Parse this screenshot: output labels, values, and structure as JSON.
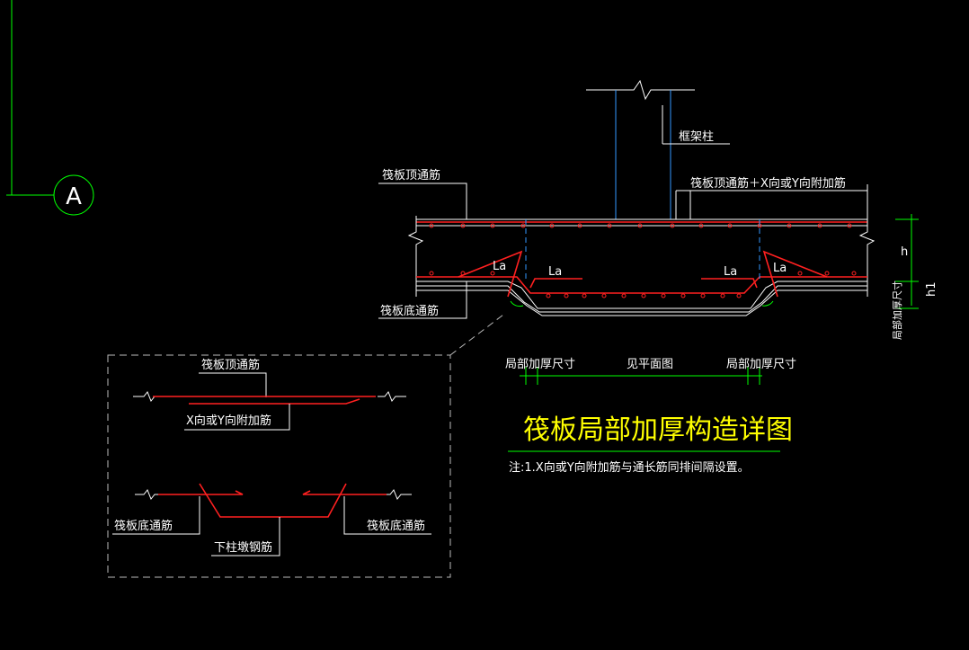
{
  "axis": {
    "bubble": "A"
  },
  "labels": {
    "frame_column": "框架柱",
    "top_through_bar": "筏板顶通筋",
    "top_plus_added": "筏板顶通筋＋X向或Y向附加筋",
    "bottom_through_bar": "筏板底通筋",
    "la": "La",
    "dim_h": "h",
    "dim_h1": "h1",
    "thick_size_vertical": "局部加厚尺寸",
    "local_thick_size": "局部加厚尺寸",
    "see_plan": "见平面图"
  },
  "detail": {
    "top_through_bar": "筏板顶通筋",
    "xy_added_bar": "X向或Y向附加筋",
    "bottom_through_bar": "筏板底通筋",
    "lower_column_pier_bar": "下柱墩钢筋"
  },
  "title": "筏板局部加厚构造详图",
  "note": "注:1.X向或Y向附加筋与通长筋同排间隔设置。",
  "colors": {
    "background": "#000000",
    "line": "#ffffff",
    "rebar": "#ff2020",
    "dimension": "#00ff00",
    "centerline": "#3399ff",
    "title": "#ffff00"
  }
}
